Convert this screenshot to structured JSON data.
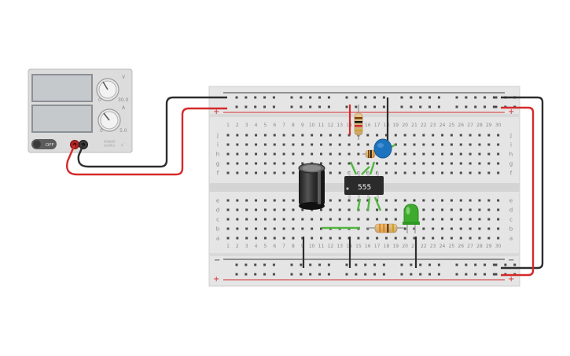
{
  "power_supply": {
    "switch_label": "OFF",
    "knob1_label": "V",
    "knob2_label": "A",
    "knob1_min": "0",
    "knob1_max": "30.0",
    "knob2_min": "0",
    "knob2_max": "5.0",
    "brand_line1": "POWER",
    "brand_line2": "SUPPLY"
  },
  "breadboard": {
    "column_numbers": [
      "1",
      "2",
      "3",
      "4",
      "5",
      "6",
      "7",
      "8",
      "9",
      "10",
      "11",
      "12",
      "13",
      "14",
      "15",
      "16",
      "17",
      "18",
      "19",
      "20",
      "21",
      "22",
      "23",
      "24",
      "25",
      "26",
      "27",
      "28",
      "29",
      "30"
    ],
    "top_rows": [
      "j",
      "i",
      "h",
      "g",
      "f"
    ],
    "bottom_rows": [
      "e",
      "d",
      "c",
      "b",
      "a"
    ],
    "rail_plus": "+",
    "rail_minus": "−"
  },
  "ic": {
    "label": "555"
  },
  "colors": {
    "wire_red": "#d52a2a",
    "wire_black": "#2d2d2d",
    "wire_green": "#52b640",
    "led_green": "#3eab2e",
    "capacitor_blue": "#1e73be",
    "rail_red": "#d52a2a"
  }
}
